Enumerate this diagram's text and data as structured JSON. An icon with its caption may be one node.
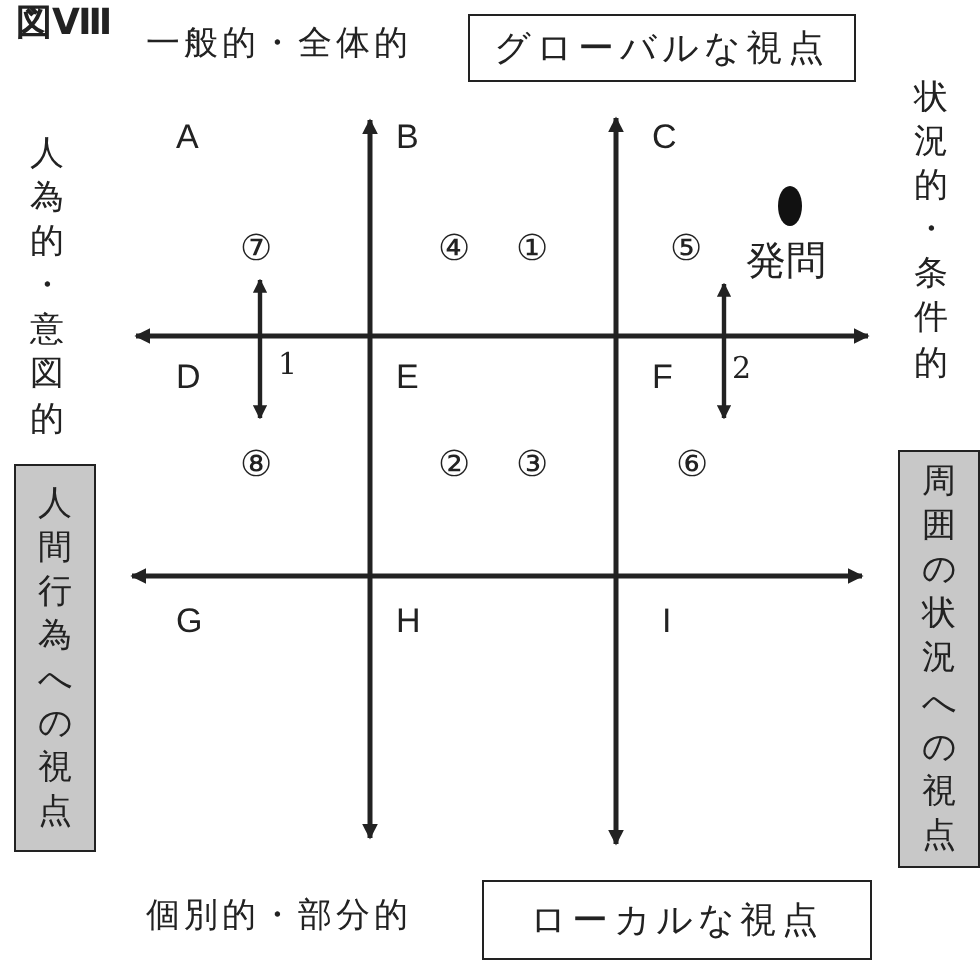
{
  "diagram": {
    "title": "図Ⅷ",
    "nodes": [
      {
        "text": [
          "グローバルな視点"
        ]
      },
      {
        "text": [
          "人間行為への視点"
        ]
      },
      {
        "text": [
          "周囲の状況への視点"
        ]
      },
      {
        "text": [
          "ローカルな視点"
        ]
      }
    ],
    "edges": [
      {
        "from": 1,
        "to": 2,
        "arrow": "both"
      },
      {
        "from": 0,
        "to": 3,
        "arrow": "both"
      }
    ],
    "labels": [
      "一般的・全体的",
      "人為的・意図的",
      "状況的・条件的",
      "A",
      "B",
      "C",
      "⑦",
      "④",
      "①",
      "⑤",
      "発問",
      "D",
      "1",
      "E",
      "F",
      "2",
      "⑧",
      "②",
      "③",
      "⑥",
      "G",
      "H",
      "I",
      "個別的・部分的"
    ]
  }
}
